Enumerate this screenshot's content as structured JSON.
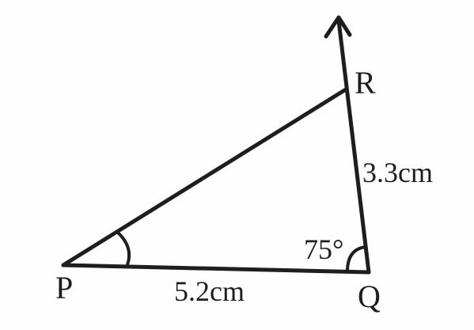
{
  "vertices": {
    "P": "P",
    "Q": "Q",
    "R": "R"
  },
  "measurements": {
    "PQ": "5.2cm",
    "QR": "3.3cm",
    "angle_Q": "75°"
  },
  "colors": {
    "ink": "#1e1e1e",
    "paper": "#fefefe"
  }
}
